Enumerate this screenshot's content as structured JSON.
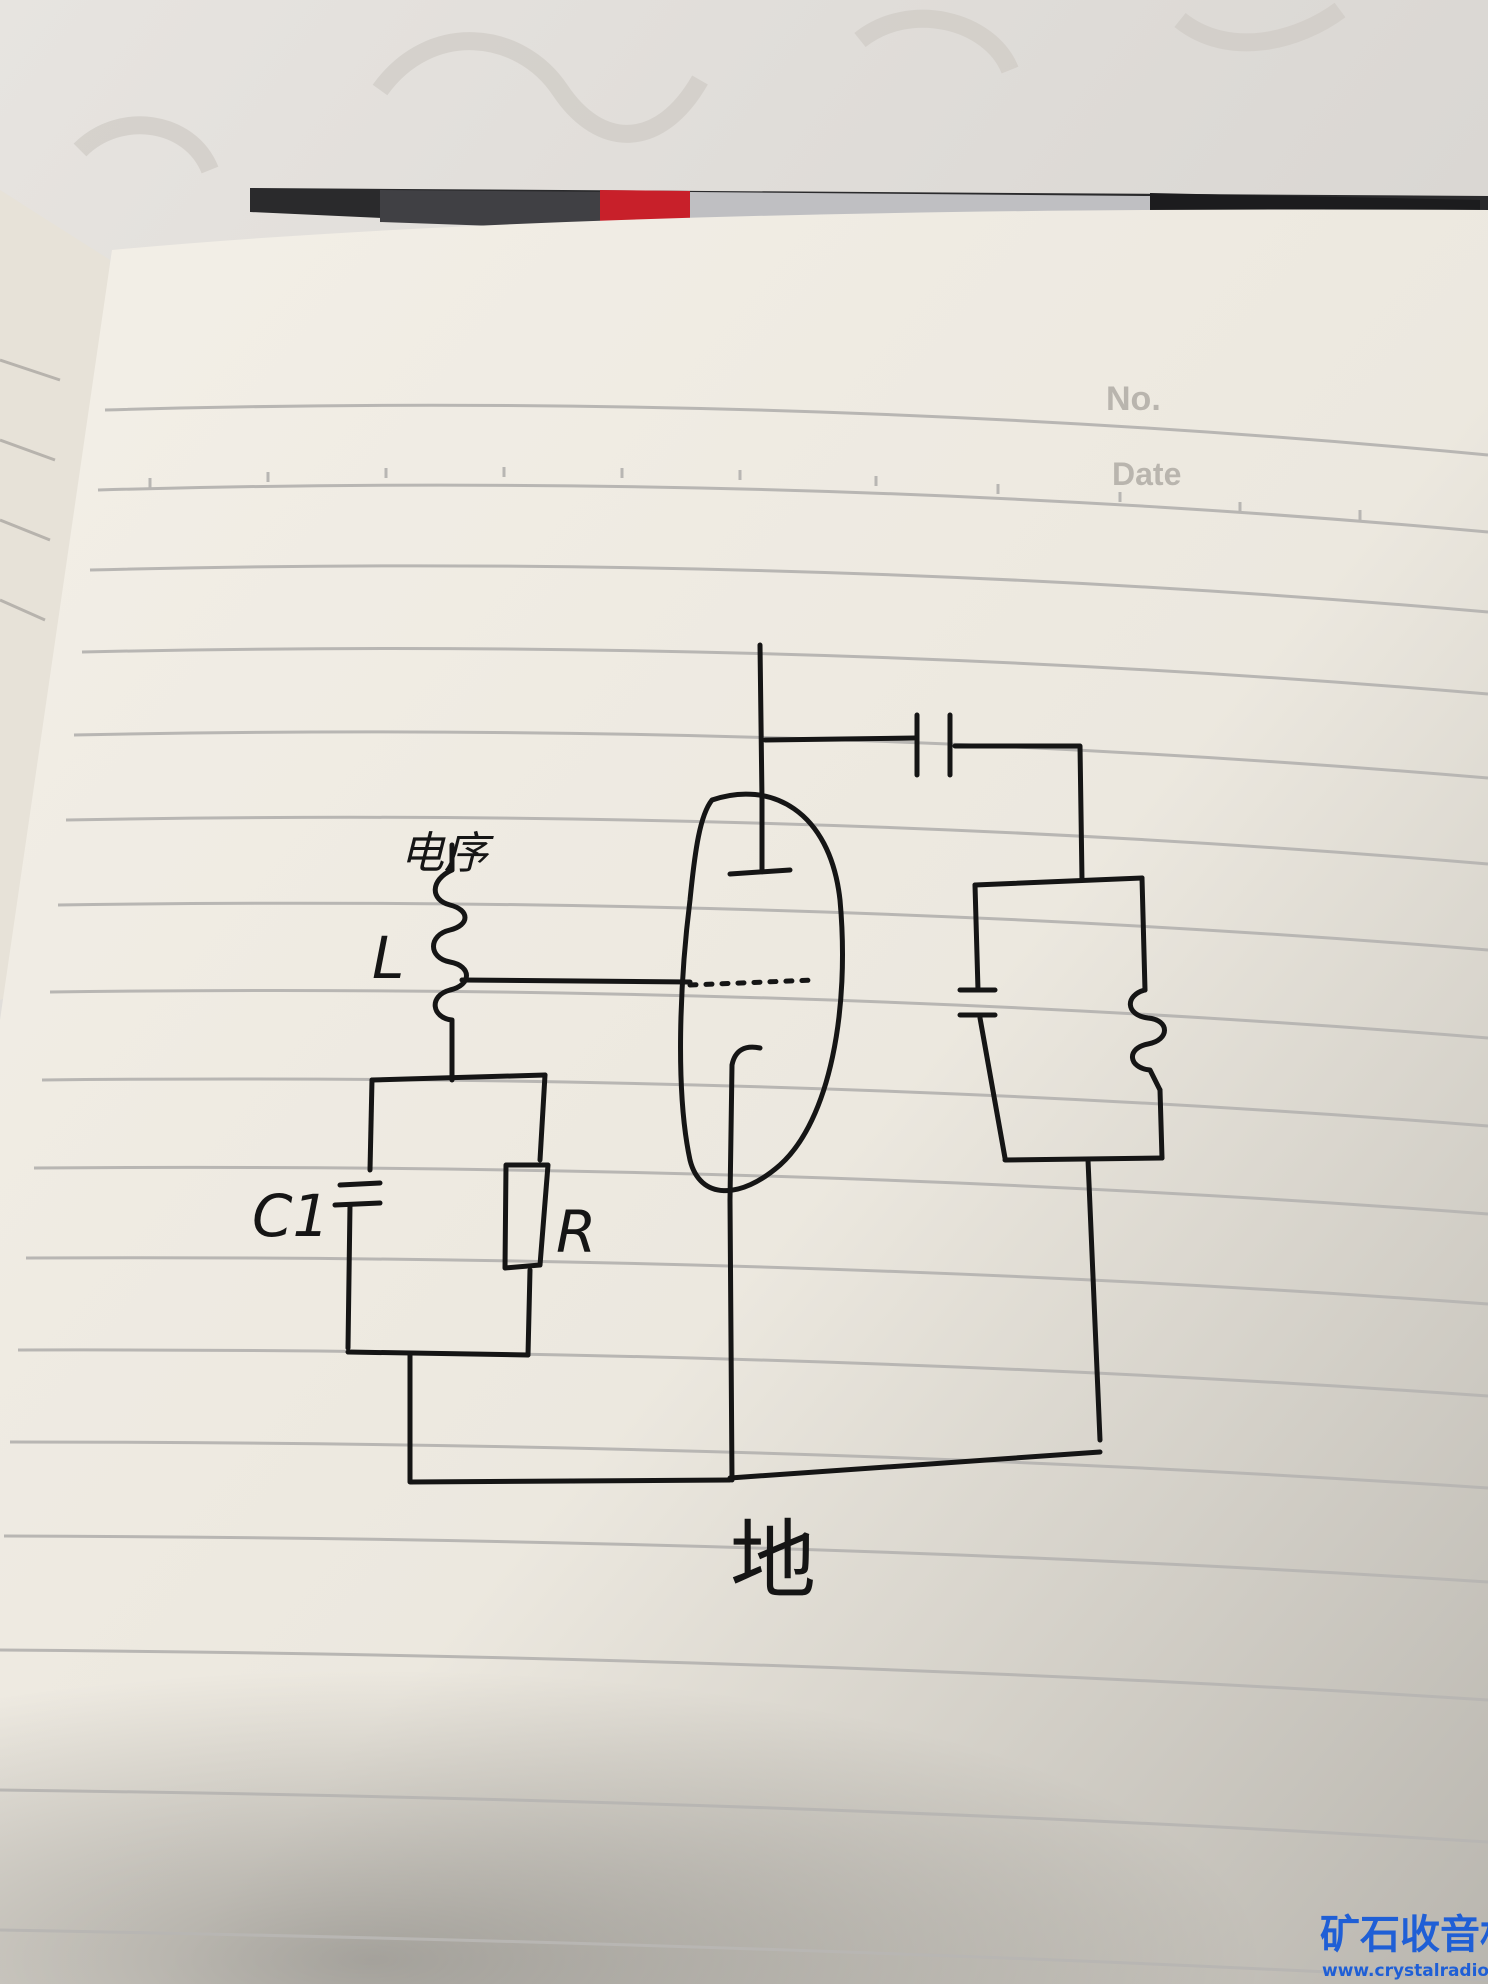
{
  "notebook_header": {
    "number_label": "No.",
    "date_label": "Date"
  },
  "diagram": {
    "labels": {
      "antenna": "电序",
      "inductor": "L",
      "capacitor": "C1",
      "resistor": "R",
      "ground": "地"
    }
  },
  "watermark": {
    "brand": "矿石收音机",
    "url": "www.crystalradio.cn",
    "brand_color": "#1f5fd6",
    "url_color": "#1f5fd6"
  },
  "colors": {
    "paper": "#f1ede4",
    "ink": "#151515",
    "rule_line": "#b8b6b3",
    "background": "#d9d6d2",
    "pen_accent": "#c8202a"
  }
}
